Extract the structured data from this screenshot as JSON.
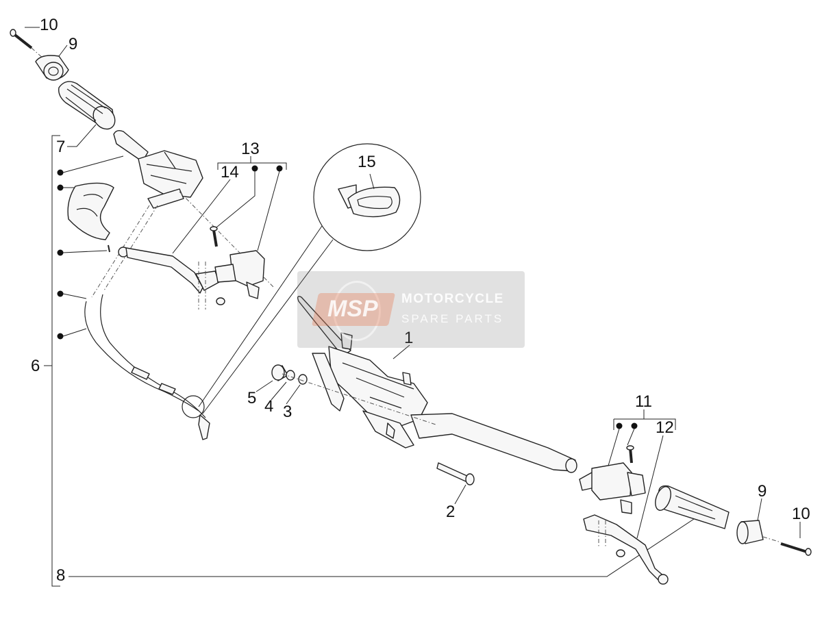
{
  "labels": {
    "l1": "1",
    "l2": "2",
    "l3": "3",
    "l4": "4",
    "l5": "5",
    "l6": "6",
    "l7": "7",
    "l8": "8",
    "l9a": "9",
    "l9b": "9",
    "l10a": "10",
    "l10b": "10",
    "l11": "11",
    "l12": "12",
    "l13": "13",
    "l14": "14",
    "l15": "15"
  },
  "watermark": {
    "logo": "MSP",
    "line1": "MOTORCYCLE",
    "line2": "SPARE PARTS"
  }
}
